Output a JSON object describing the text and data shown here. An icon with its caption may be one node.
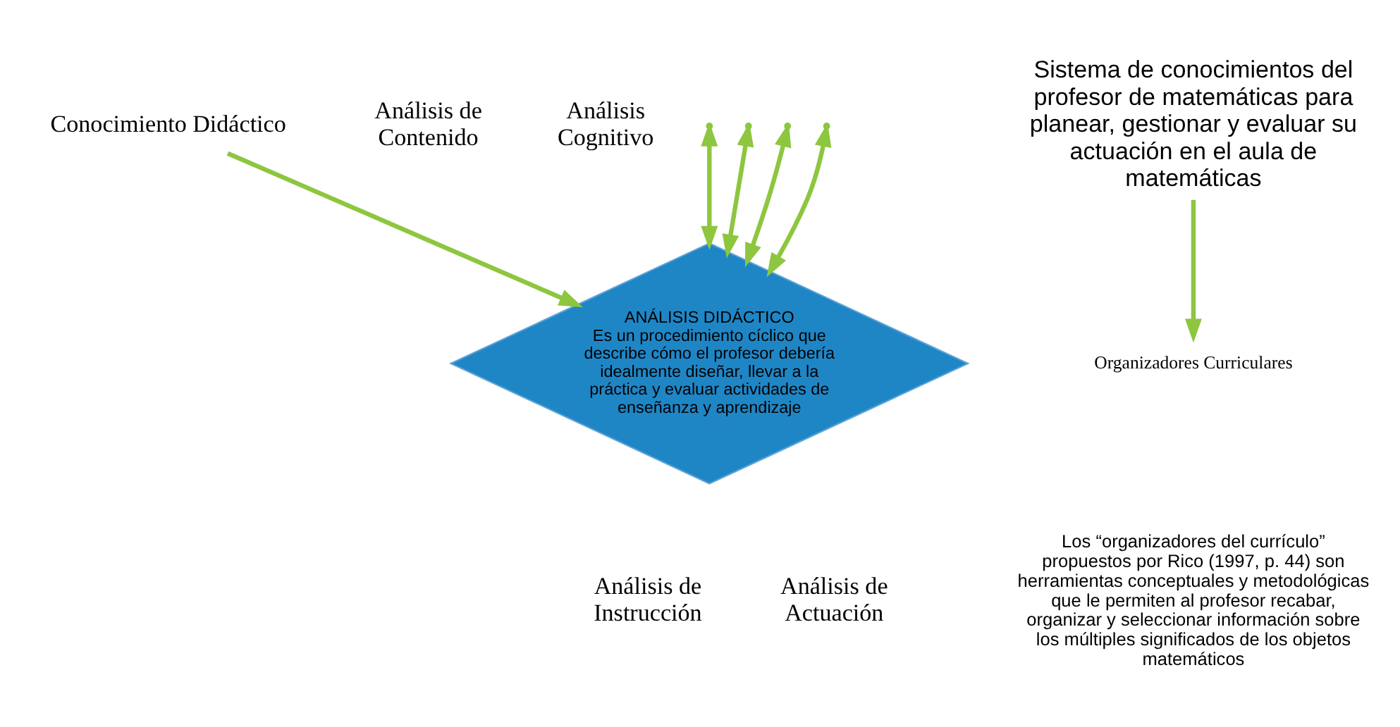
{
  "diagram": {
    "nodes": [
      {
        "text": [
          "Conocimiento Didáctico"
        ]
      },
      {
        "text": [
          "Sistema de conocimientos del profesor de matemáticas para planear, gestionar y evaluar su actuación en el aula de matemáticas"
        ]
      },
      {
        "text": [
          "Organizadores Curriculares"
        ]
      },
      {
        "text": [
          "ANÁLISIS DIDÁCTICO",
          "Es un procedimiento cíclico que describe cómo el profesor debería idealmente diseñar, llevar a la práctica y evaluar actividades de enseñanza y aprendizaje"
        ]
      },
      {
        "text": [
          "Análisis de Contenido"
        ]
      },
      {
        "text": [
          "Análisis Cognitivo"
        ]
      },
      {
        "text": [
          "Análisis de Instrucción"
        ]
      },
      {
        "text": [
          "Análisis de Actuación"
        ]
      }
    ],
    "edges": [
      {
        "from": 0,
        "to": 3,
        "arrow": "to"
      },
      {
        "from": 1,
        "to": 2,
        "arrow": "to"
      },
      {
        "from": null,
        "to": 3,
        "arrow": "both"
      },
      {
        "from": null,
        "to": 3,
        "arrow": "both"
      },
      {
        "from": null,
        "to": 3,
        "arrow": "both"
      },
      {
        "from": null,
        "to": 3,
        "arrow": "both"
      }
    ],
    "labels": [
      "Los “organizadores del currículo” propuestos por Rico (1997, p. 44) son herramientas conceptuales y metodológicas que le permiten al profesor recabar, organizar y seleccionar información sobre los múltiples significados de los objetos matemáticos"
    ]
  }
}
